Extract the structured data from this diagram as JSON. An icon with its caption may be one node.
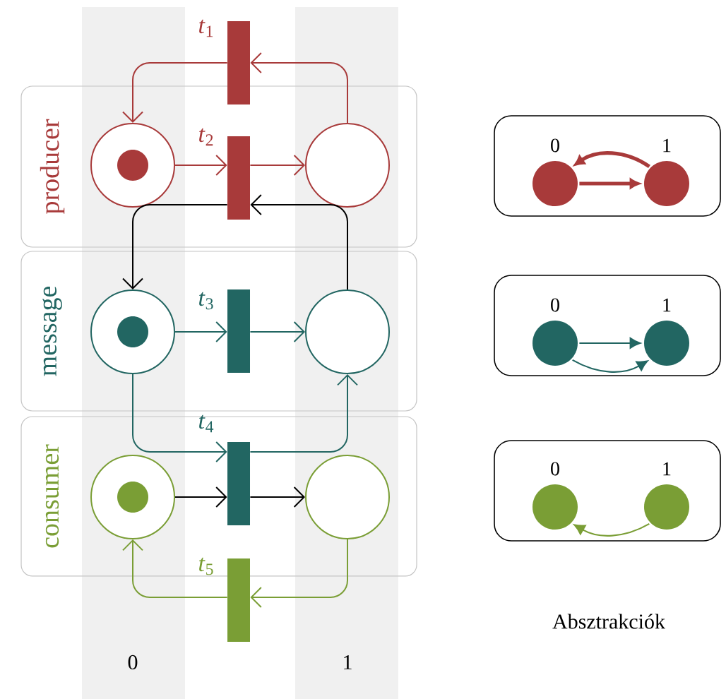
{
  "diagram": {
    "nodes": [
      {
        "text": [],
        "shape": "bar",
        "beside": [
          "*t*$_{1}$"
        ]
      },
      {
        "text": [
          "producer"
        ]
      },
      {
        "text": [],
        "shape": "circle",
        "in": 1
      },
      {
        "text": [],
        "shape": "bar",
        "beside": [
          "*t*$_{2}$"
        ],
        "in": 1
      },
      {
        "text": [],
        "shape": "circle",
        "in": 1
      },
      {
        "text": [
          "message"
        ]
      },
      {
        "text": [],
        "shape": "circle",
        "in": 5
      },
      {
        "text": [],
        "shape": "bar",
        "beside": [
          "*t*$_{3}$"
        ],
        "in": 5
      },
      {
        "text": [],
        "shape": "circle",
        "in": 5
      },
      {
        "text": [
          "consumer"
        ]
      },
      {
        "text": [],
        "shape": "bar",
        "beside": [
          "*t*$_{4}$"
        ],
        "in": 9
      },
      {
        "text": [],
        "shape": "circle",
        "in": 9
      },
      {
        "text": [],
        "shape": "circle",
        "in": 9
      },
      {
        "text": [],
        "shape": "bar",
        "beside": [
          "*t*$_{5}$"
        ]
      },
      {
        "text": [],
        "shape": "box"
      },
      {
        "text": [],
        "shape": "circle",
        "beside": [
          "0"
        ],
        "in": 14
      },
      {
        "text": [],
        "shape": "circle",
        "beside": [
          "1"
        ],
        "in": 14
      },
      {
        "text": [],
        "shape": "box"
      },
      {
        "text": [],
        "shape": "circle",
        "beside": [
          "0"
        ],
        "in": 17
      },
      {
        "text": [],
        "shape": "circle",
        "beside": [
          "1"
        ],
        "in": 17
      },
      {
        "text": [],
        "shape": "box"
      },
      {
        "text": [],
        "shape": "circle",
        "beside": [
          "0"
        ],
        "in": 20
      },
      {
        "text": [],
        "shape": "circle",
        "beside": [
          "1"
        ],
        "in": 20
      }
    ],
    "edges": [
      {
        "from": 4,
        "to": 0,
        "arrow": "to",
        "color": "#a83a3a"
      },
      {
        "from": 0,
        "to": 2,
        "arrow": "to",
        "color": "#a83a3a"
      },
      {
        "from": 2,
        "to": 3,
        "arrow": "to",
        "color": "#a83a3a"
      },
      {
        "from": 3,
        "to": 4,
        "arrow": "to",
        "color": "#a83a3a"
      },
      {
        "from": 8,
        "to": 3,
        "arrow": "to",
        "color": "#000000"
      },
      {
        "from": 3,
        "to": 6,
        "arrow": "to",
        "color": "#000000"
      },
      {
        "from": 6,
        "to": 7,
        "arrow": "to",
        "color": "#226662"
      },
      {
        "from": 7,
        "to": 8,
        "arrow": "to",
        "color": "#226662"
      },
      {
        "from": 6,
        "to": 10,
        "arrow": "to",
        "color": "#226662"
      },
      {
        "from": 10,
        "to": 8,
        "arrow": "to",
        "color": "#226662"
      },
      {
        "from": 11,
        "to": 10,
        "arrow": "to",
        "color": "#000000"
      },
      {
        "from": 10,
        "to": 12,
        "arrow": "to",
        "color": "#000000"
      },
      {
        "from": 12,
        "to": 13,
        "arrow": "to",
        "color": "#7a9e35"
      },
      {
        "from": 13,
        "to": 11,
        "arrow": "to",
        "color": "#7a9e35"
      },
      {
        "from": 15,
        "to": 16,
        "arrow": "to",
        "style": "thick",
        "color": "#a83a3a"
      },
      {
        "from": 16,
        "to": 15,
        "arrow": "to",
        "style": "thick",
        "color": "#a83a3a"
      },
      {
        "from": 18,
        "to": 19,
        "arrow": "to",
        "color": "#226662"
      },
      {
        "from": 18,
        "to": 19,
        "arrow": "to",
        "color": "#226662"
      },
      {
        "from": 22,
        "to": 21,
        "arrow": "to",
        "color": "#7a9e35"
      }
    ],
    "labels": [
      "0",
      "1",
      "Absztrakciók"
    ]
  }
}
